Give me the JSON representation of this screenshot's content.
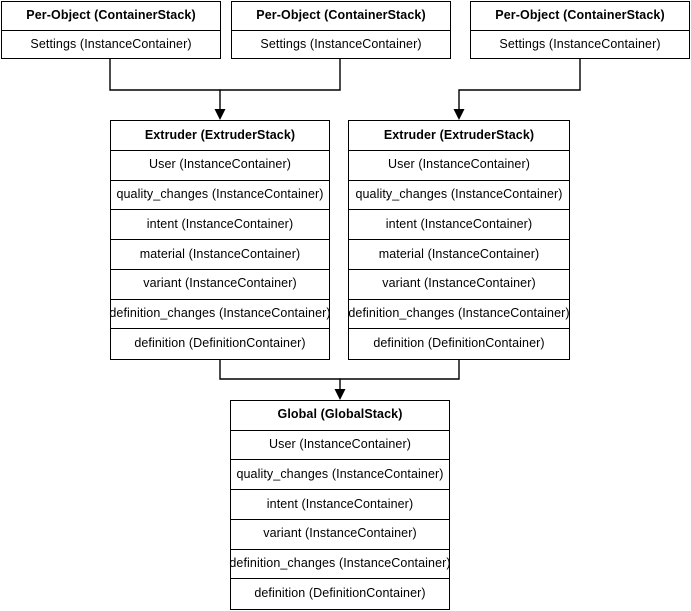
{
  "diagram": {
    "title": "Container stack hierarchy",
    "type": "flow-diagram",
    "background_color": "#ffffff",
    "line_color": "#000000",
    "text_color": "#000000"
  },
  "nodes": {
    "per_object_1": {
      "header": "Per-Object (ContainerStack)",
      "rows": [
        "Settings (InstanceContainer)"
      ]
    },
    "per_object_2": {
      "header": "Per-Object (ContainerStack)",
      "rows": [
        "Settings (InstanceContainer)"
      ]
    },
    "per_object_3": {
      "header": "Per-Object (ContainerStack)",
      "rows": [
        "Settings (InstanceContainer)"
      ]
    },
    "extruder_1": {
      "header": "Extruder (ExtruderStack)",
      "rows": [
        "User (InstanceContainer)",
        "quality_changes (InstanceContainer)",
        "intent (InstanceContainer)",
        "material (InstanceContainer)",
        "variant (InstanceContainer)",
        "definition_changes (InstanceContainer)",
        "definition (DefinitionContainer)"
      ]
    },
    "extruder_2": {
      "header": "Extruder (ExtruderStack)",
      "rows": [
        "User (InstanceContainer)",
        "quality_changes (InstanceContainer)",
        "intent (InstanceContainer)",
        "material (InstanceContainer)",
        "variant (InstanceContainer)",
        "definition_changes (InstanceContainer)",
        "definition (DefinitionContainer)"
      ]
    },
    "global_stack": {
      "header": "Global (GlobalStack)",
      "rows": [
        "User (InstanceContainer)",
        "quality_changes (InstanceContainer)",
        "intent (InstanceContainer)",
        "variant (InstanceContainer)",
        "definition_changes (InstanceContainer)",
        "definition (DefinitionContainer)"
      ]
    }
  },
  "edges": [
    {
      "from": "per_object_1",
      "to": "extruder_1",
      "arrow": "down"
    },
    {
      "from": "per_object_2",
      "to": "extruder_1",
      "arrow": "down"
    },
    {
      "from": "per_object_3",
      "to": "extruder_2",
      "arrow": "down"
    },
    {
      "from": "extruder_1",
      "to": "global_stack",
      "arrow": "down"
    },
    {
      "from": "extruder_2",
      "to": "global_stack",
      "arrow": "down"
    }
  ]
}
